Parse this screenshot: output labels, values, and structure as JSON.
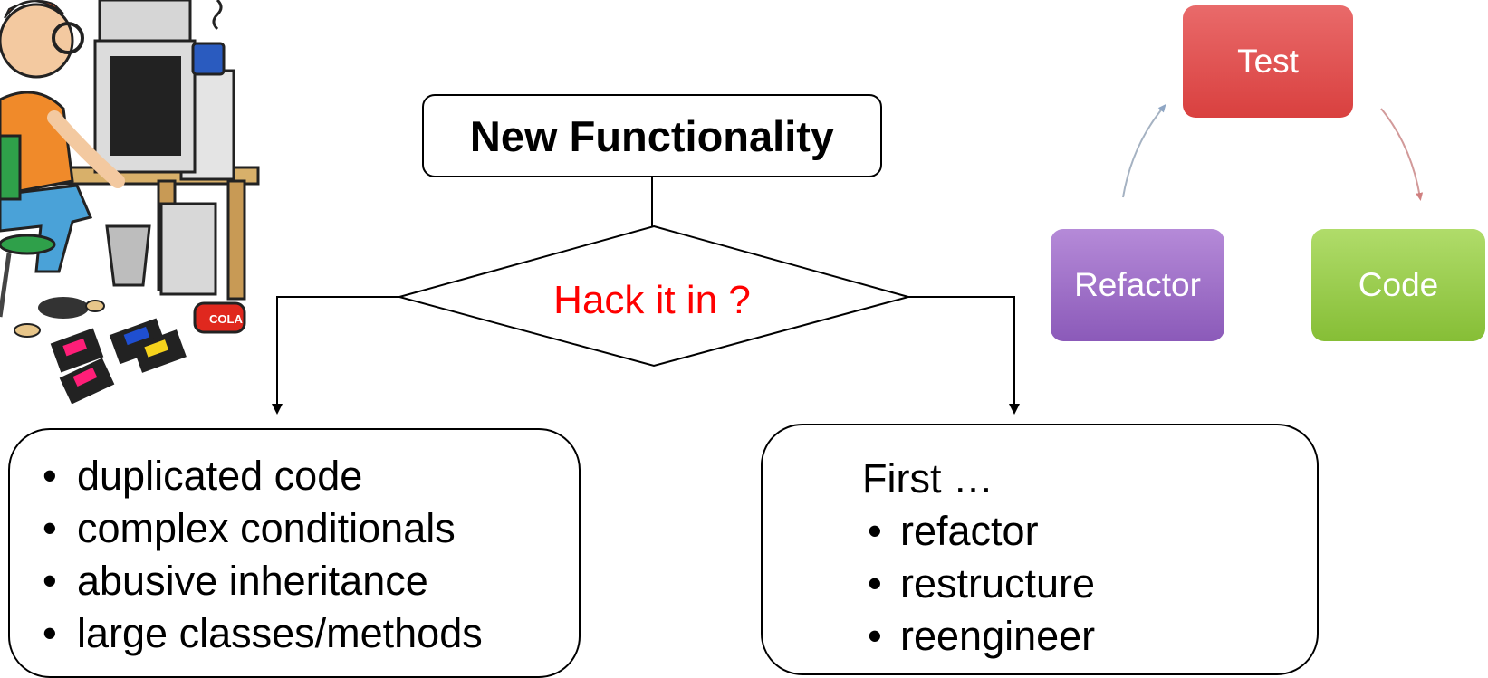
{
  "flowchart": {
    "start": "New Functionality",
    "decision": "Hack it in ?",
    "left_outcome": {
      "items": [
        "duplicated code",
        "complex conditionals",
        "abusive inheritance",
        "large classes/methods"
      ]
    },
    "right_outcome": {
      "heading": "First …",
      "items": [
        "refactor",
        "restructure",
        "reengineer"
      ]
    },
    "colors": {
      "decision_text": "#ff0000",
      "lines": "#000000"
    }
  },
  "tdd_cycle": {
    "steps": [
      {
        "label": "Test",
        "color": "#dd4c4b"
      },
      {
        "label": "Code",
        "color": "#96c84a"
      },
      {
        "label": "Refactor",
        "color": "#9a6bc6"
      }
    ]
  },
  "illustration": {
    "icon": "programmer-at-desk-cartoon",
    "can_label": "COLA"
  }
}
